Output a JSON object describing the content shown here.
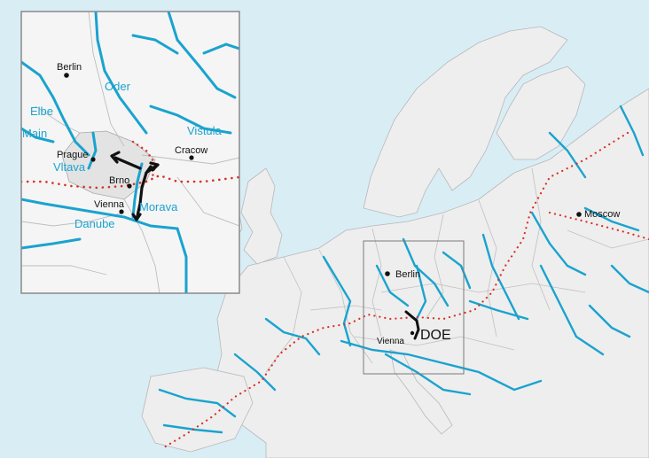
{
  "colors": {
    "sea": "#d9edf5",
    "land": "#eeeeee",
    "border": "#b8b8b8",
    "river": "#1aa3cf",
    "divide": "#d93025",
    "route": "#111111",
    "frame": "#8a8a8a"
  },
  "main_map": {
    "labels": {
      "moscow": "Moscow",
      "berlin": "Berlin",
      "vienna": "Vienna",
      "doe": "DOE"
    }
  },
  "inset": {
    "cities": {
      "berlin": "Berlin",
      "prague": "Prague",
      "brno": "Brno",
      "vienna": "Vienna",
      "cracow": "Cracow"
    },
    "rivers": {
      "oder": "Oder",
      "elbe": "Elbe",
      "vistula": "Vistula",
      "main": "Main",
      "vltava": "Vltava",
      "morava": "Morava",
      "danube": "Danube"
    }
  }
}
